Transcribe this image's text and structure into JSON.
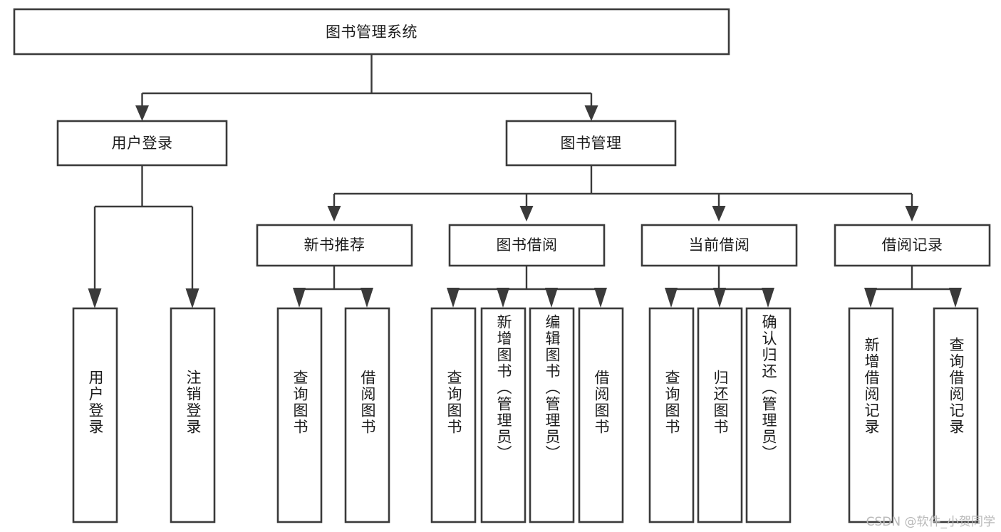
{
  "diagram": {
    "type": "tree-hierarchy",
    "title": "图书管理系统",
    "watermark": "CSDN @软件_小贺同学",
    "colors": {
      "box_stroke": "#3a3a3a",
      "box_fill": "#ffffff",
      "text": "#1c1c1c",
      "background": "#ffffff",
      "watermark": "#b9b9b9"
    },
    "levels": {
      "root": {
        "label": "图书管理系统"
      },
      "level2": [
        {
          "id": "user-login",
          "label": "用户登录"
        },
        {
          "id": "book-management",
          "label": "图书管理"
        }
      ],
      "level3": [
        {
          "id": "new-book-recommend",
          "label": "新书推荐",
          "parent": "book-management"
        },
        {
          "id": "book-borrow",
          "label": "图书借阅",
          "parent": "book-management"
        },
        {
          "id": "current-borrow",
          "label": "当前借阅",
          "parent": "book-management"
        },
        {
          "id": "borrow-record",
          "label": "借阅记录",
          "parent": "book-management"
        }
      ],
      "leaves": [
        {
          "id": "leaf-user-login",
          "label": "用户登录",
          "parent": "user-login"
        },
        {
          "id": "leaf-logout",
          "label": "注销登录",
          "parent": "user-login"
        },
        {
          "id": "leaf-query-book-1",
          "label": "查询图书",
          "parent": "new-book-recommend"
        },
        {
          "id": "leaf-borrow-book-1",
          "label": "借阅图书",
          "parent": "new-book-recommend"
        },
        {
          "id": "leaf-query-book-2",
          "label": "查询图书",
          "parent": "book-borrow"
        },
        {
          "id": "leaf-add-book",
          "label": "新增图书（管理员）",
          "parent": "book-borrow"
        },
        {
          "id": "leaf-edit-book",
          "label": "编辑图书（管理员）",
          "parent": "book-borrow"
        },
        {
          "id": "leaf-borrow-book-2",
          "label": "借阅图书",
          "parent": "book-borrow"
        },
        {
          "id": "leaf-query-book-3",
          "label": "查询图书",
          "parent": "current-borrow"
        },
        {
          "id": "leaf-return-book",
          "label": "归还图书",
          "parent": "current-borrow"
        },
        {
          "id": "leaf-confirm-return",
          "label": "确认归还（管理员）",
          "parent": "current-borrow"
        },
        {
          "id": "leaf-add-record",
          "label": "新增借阅记录",
          "parent": "borrow-record"
        },
        {
          "id": "leaf-query-record",
          "label": "查询借阅记录",
          "parent": "borrow-record"
        }
      ]
    }
  }
}
